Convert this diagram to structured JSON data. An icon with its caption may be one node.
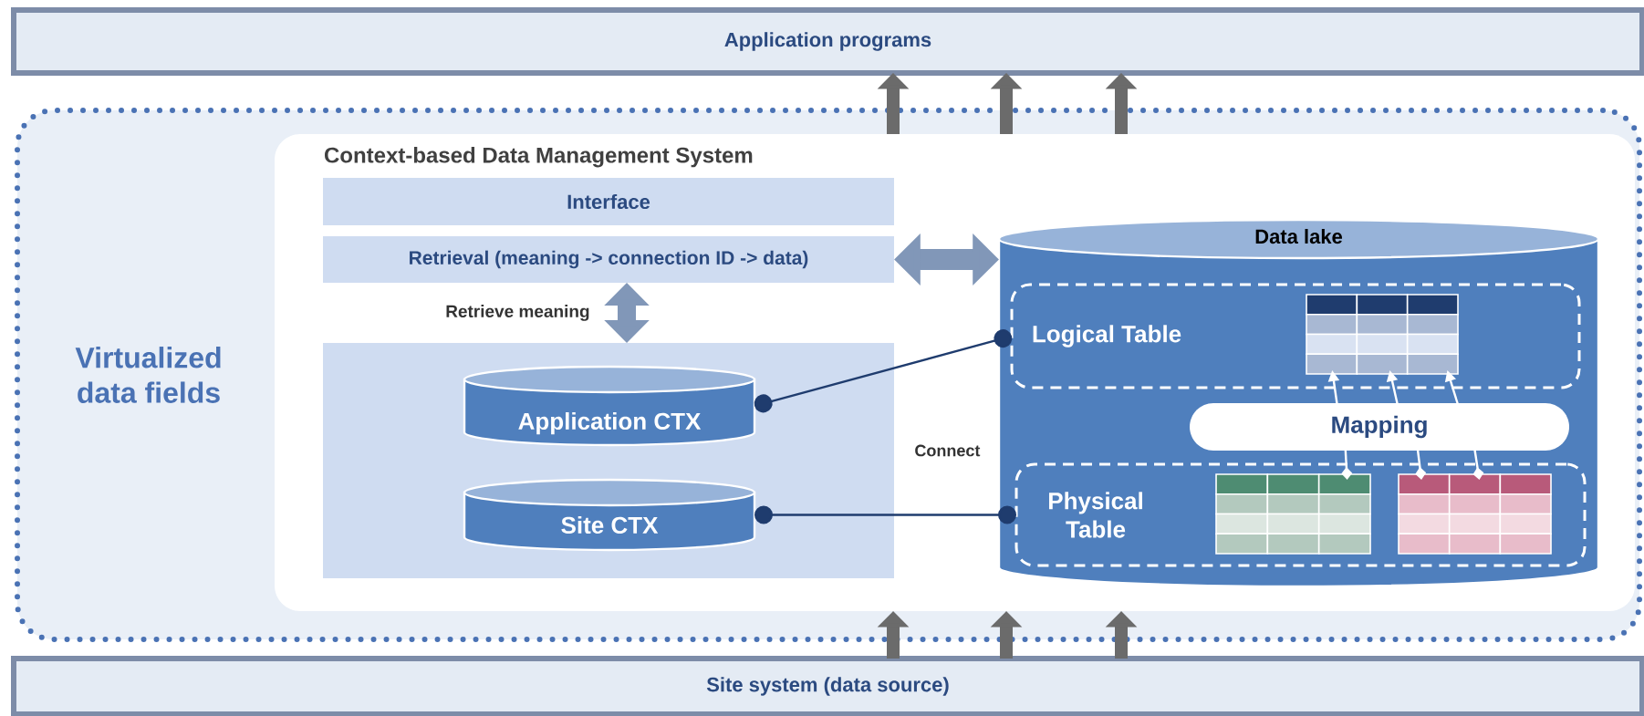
{
  "diagram": {
    "nodes": [
      {
        "text": [
          "Application programs"
        ]
      },
      {
        "text": [
          "Virtualized data fields"
        ]
      },
      {
        "text": [
          "Context-based Data Management System"
        ],
        "in": 1
      },
      {
        "text": [
          "Interface"
        ],
        "in": 2
      },
      {
        "text": [
          "Retrieval (meaning -> connection ID -> data)"
        ],
        "in": 2
      },
      {
        "text": [],
        "shape": "box",
        "in": 2
      },
      {
        "text": [
          "Application CTX"
        ],
        "in": 5
      },
      {
        "text": [
          "Site CTX"
        ],
        "in": 5
      },
      {
        "text": [
          "Data lake"
        ],
        "in": 2
      },
      {
        "text": [
          "Logical Table"
        ],
        "in": 8
      },
      {
        "text": [],
        "shape": "table",
        "in": 9
      },
      {
        "text": [
          "Mapping"
        ],
        "in": 8
      },
      {
        "text": [
          "Physical Table"
        ],
        "in": 8
      },
      {
        "text": [],
        "shape": "table",
        "in": 12
      },
      {
        "text": [],
        "shape": "table",
        "in": 12
      },
      {
        "text": [
          "Site system (data source)"
        ]
      }
    ],
    "edges": [
      {
        "from": 2,
        "to": 0,
        "arrow": "to",
        "style": "thick"
      },
      {
        "from": 2,
        "to": 0,
        "arrow": "to",
        "style": "thick"
      },
      {
        "from": 2,
        "to": 0,
        "arrow": "to",
        "style": "thick"
      },
      {
        "from": 15,
        "to": 2,
        "arrow": "to",
        "style": "thick"
      },
      {
        "from": 15,
        "to": 2,
        "arrow": "to",
        "style": "thick"
      },
      {
        "from": 15,
        "to": 2,
        "arrow": "to",
        "style": "thick"
      },
      {
        "from": 4,
        "to": 8,
        "arrow": "both",
        "style": "thick",
        "color": "#8197b8"
      },
      {
        "from": 4,
        "to": 5,
        "arrow": "both",
        "style": "thick",
        "color": "#8197b8",
        "label": "Retrieve meaning"
      },
      {
        "from": 6,
        "to": 9,
        "arrow": "other",
        "color": "#1f3c6e"
      },
      {
        "from": 7,
        "to": 12,
        "arrow": "other",
        "color": "#1f3c6e"
      },
      {
        "from": 13,
        "to": 11,
        "arrow": "other",
        "color": "#ffffff"
      },
      {
        "from": 11,
        "to": 10,
        "arrow": "to",
        "color": "#ffffff"
      },
      {
        "from": 14,
        "to": 11,
        "arrow": "other",
        "color": "#ffffff"
      },
      {
        "from": 11,
        "to": 10,
        "arrow": "to",
        "color": "#ffffff"
      },
      {
        "from": 14,
        "to": 11,
        "arrow": "other",
        "color": "#ffffff"
      },
      {
        "from": 11,
        "to": 10,
        "arrow": "to",
        "color": "#ffffff"
      }
    ],
    "labels": [
      "Connect"
    ]
  }
}
